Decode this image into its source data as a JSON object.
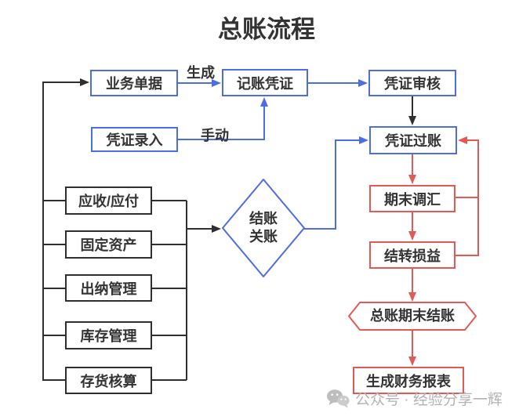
{
  "title": "总账流程",
  "edge_labels": {
    "generate": "生成",
    "manual": "手动"
  },
  "nodes": {
    "business_documents": {
      "label": "业务单据"
    },
    "accounting_voucher": {
      "label": "记账凭证"
    },
    "voucher_review": {
      "label": "凭证审核"
    },
    "voucher_entry": {
      "label": "凭证录入"
    },
    "voucher_posting": {
      "label": "凭证过账"
    },
    "ar_ap": {
      "label": "应收/应付"
    },
    "fixed_assets": {
      "label": "固定资产"
    },
    "cashier_management": {
      "label": "出纳管理"
    },
    "inventory_management": {
      "label": "库存管理"
    },
    "stock_accounting": {
      "label": "存货核算"
    },
    "period_end_revaluation": {
      "label": "期末调汇"
    },
    "profit_loss_carryover": {
      "label": "结转损益"
    },
    "gl_period_end_closing": {
      "label": "总账期末结账"
    },
    "generate_financial_reports": {
      "label": "生成财务报表"
    }
  },
  "diamond": {
    "line1": "结账",
    "line2": "关账"
  },
  "watermark": {
    "icon": "wechat-icon",
    "text": "公众号 · 经验分享一辉"
  },
  "colors": {
    "blue": "#4d6de4",
    "red": "#e25a55",
    "ink": "#2f2f2f",
    "text": "#333333",
    "wm": "#b3b3b3"
  }
}
